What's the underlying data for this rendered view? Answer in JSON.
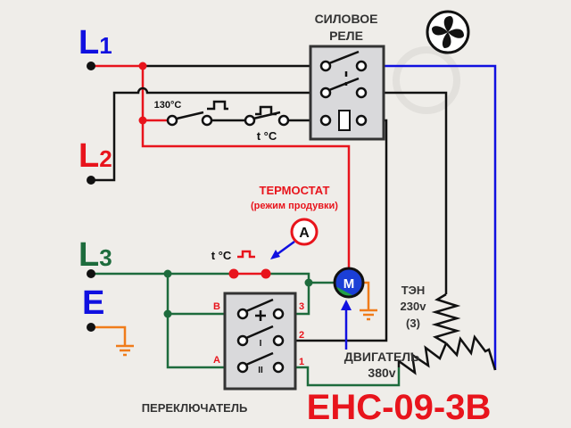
{
  "terminals": {
    "l1": {
      "letter": "L",
      "index": "1",
      "color": "#1010e0"
    },
    "l2": {
      "letter": "L",
      "index": "2",
      "color": "#e8141c"
    },
    "l3": {
      "letter": "L",
      "index": "3",
      "color": "#1d6b3c"
    },
    "e": {
      "letter": "E",
      "color": "#1010e0"
    }
  },
  "relay": {
    "title_line1": "СИЛОВОЕ",
    "title_line2": "РЕЛЕ"
  },
  "overheat_switch": {
    "label": "130°C"
  },
  "thermo_switch": {
    "label": "t °C"
  },
  "thermostat": {
    "title": "ТЕРМОСТАТ",
    "subtitle": "(режим продувки)",
    "label": "t °C",
    "marker": "A"
  },
  "motor": {
    "symbol": "M",
    "title": "ДВИГАТЕЛЬ",
    "voltage": "380v"
  },
  "heater": {
    "title": "ТЭН",
    "voltage": "230v",
    "count": "(3)"
  },
  "switch": {
    "title": "ПЕРЕКЛЮЧАТЕЛЬ",
    "left_labels": [
      "B",
      "A"
    ],
    "right_labels": [
      "3",
      "2",
      "1"
    ],
    "positions": [
      "I",
      "II"
    ]
  },
  "model": "EHC-09-3B",
  "colors": {
    "phase1": "#1010e0",
    "phase2": "#e8141c",
    "phase3": "#1d6b3c",
    "ground": "#f07c1a",
    "neutral": "#111111"
  }
}
